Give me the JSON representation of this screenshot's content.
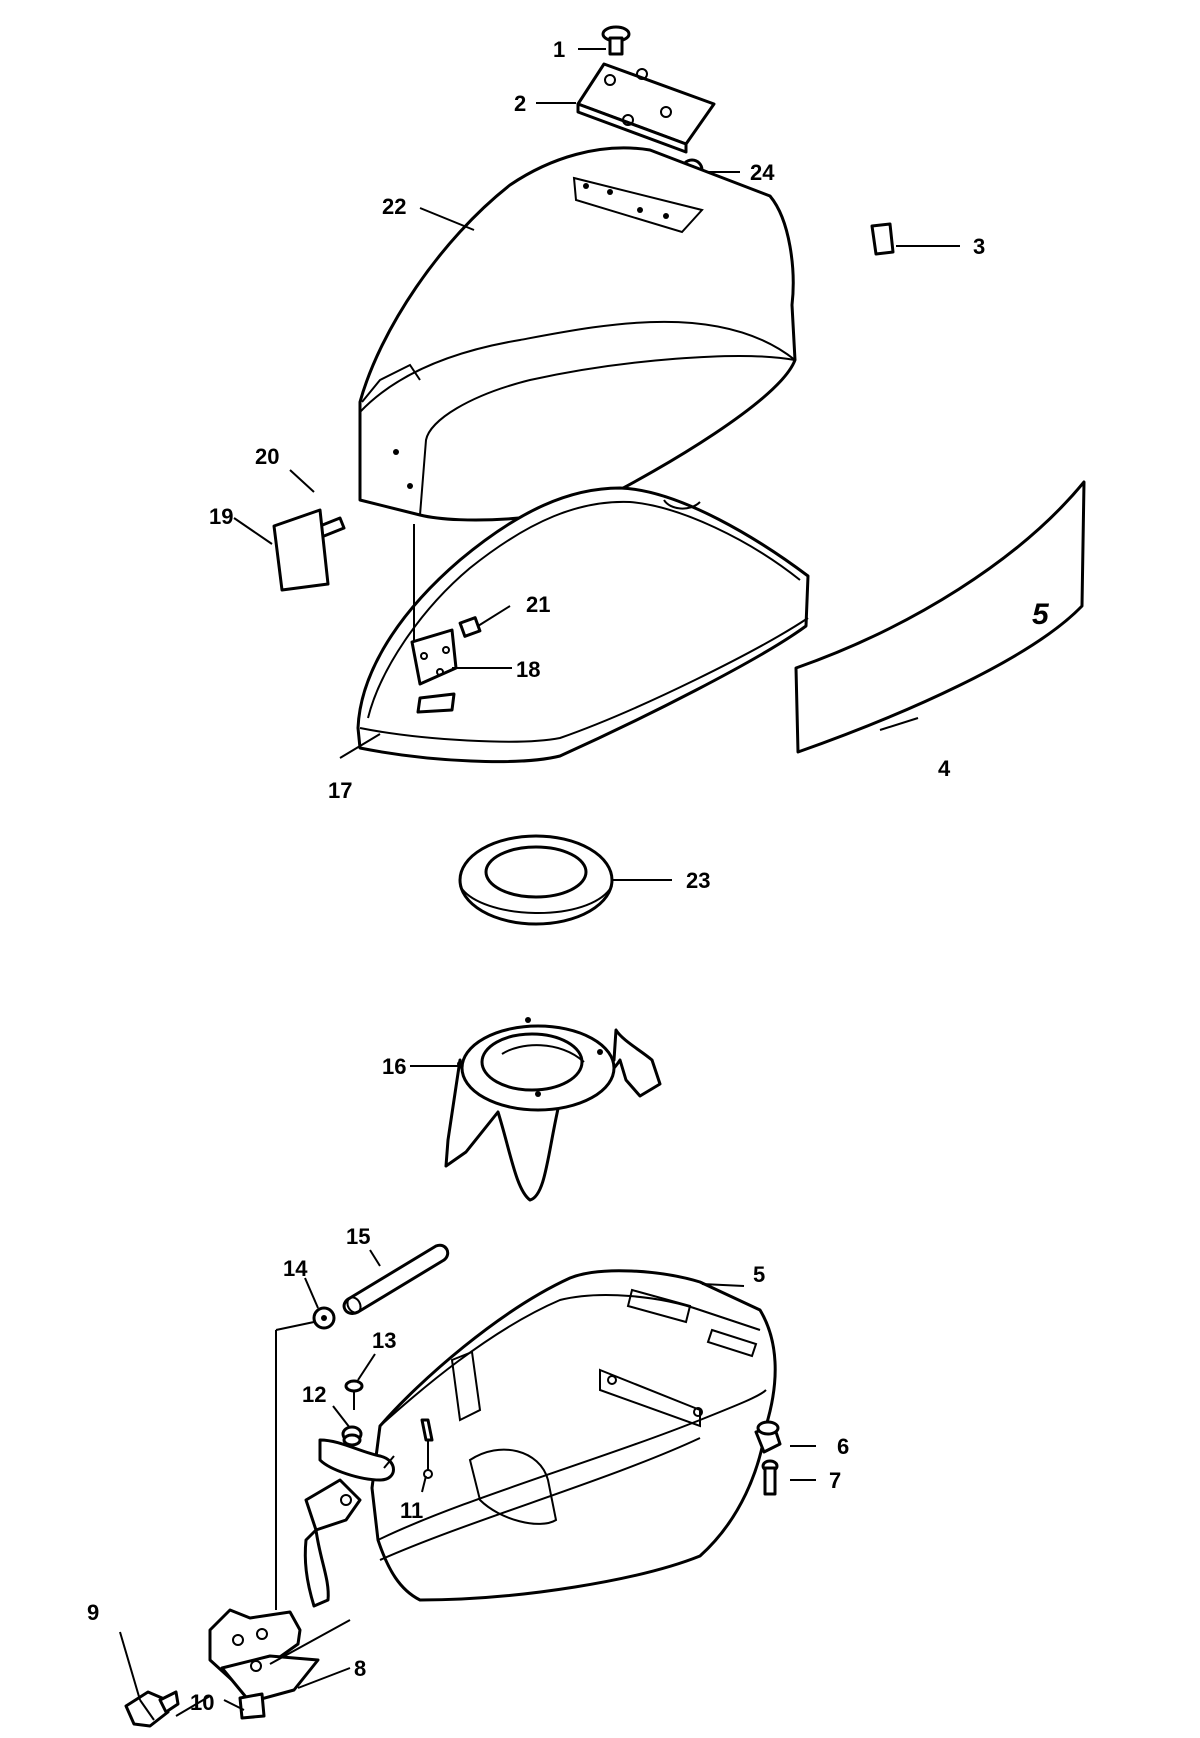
{
  "diagram": {
    "colors": {
      "line": "#000000",
      "background": "#ffffff"
    },
    "decal_number": "5",
    "callouts": [
      {
        "id": "c1",
        "label": "1"
      },
      {
        "id": "c2",
        "label": "2"
      },
      {
        "id": "c3",
        "label": "3"
      },
      {
        "id": "c4",
        "label": "4"
      },
      {
        "id": "c5",
        "label": "5"
      },
      {
        "id": "c6",
        "label": "6"
      },
      {
        "id": "c7",
        "label": "7"
      },
      {
        "id": "c8",
        "label": "8"
      },
      {
        "id": "c9",
        "label": "9"
      },
      {
        "id": "c10",
        "label": "10"
      },
      {
        "id": "c11",
        "label": "11"
      },
      {
        "id": "c12",
        "label": "12"
      },
      {
        "id": "c13",
        "label": "13"
      },
      {
        "id": "c14",
        "label": "14"
      },
      {
        "id": "c15",
        "label": "15"
      },
      {
        "id": "c16",
        "label": "16"
      },
      {
        "id": "c17",
        "label": "17"
      },
      {
        "id": "c18",
        "label": "18"
      },
      {
        "id": "c19",
        "label": "19"
      },
      {
        "id": "c20",
        "label": "20"
      },
      {
        "id": "c21",
        "label": "21"
      },
      {
        "id": "c22",
        "label": "22"
      },
      {
        "id": "c23",
        "label": "23"
      },
      {
        "id": "c24",
        "label": "24"
      }
    ]
  }
}
